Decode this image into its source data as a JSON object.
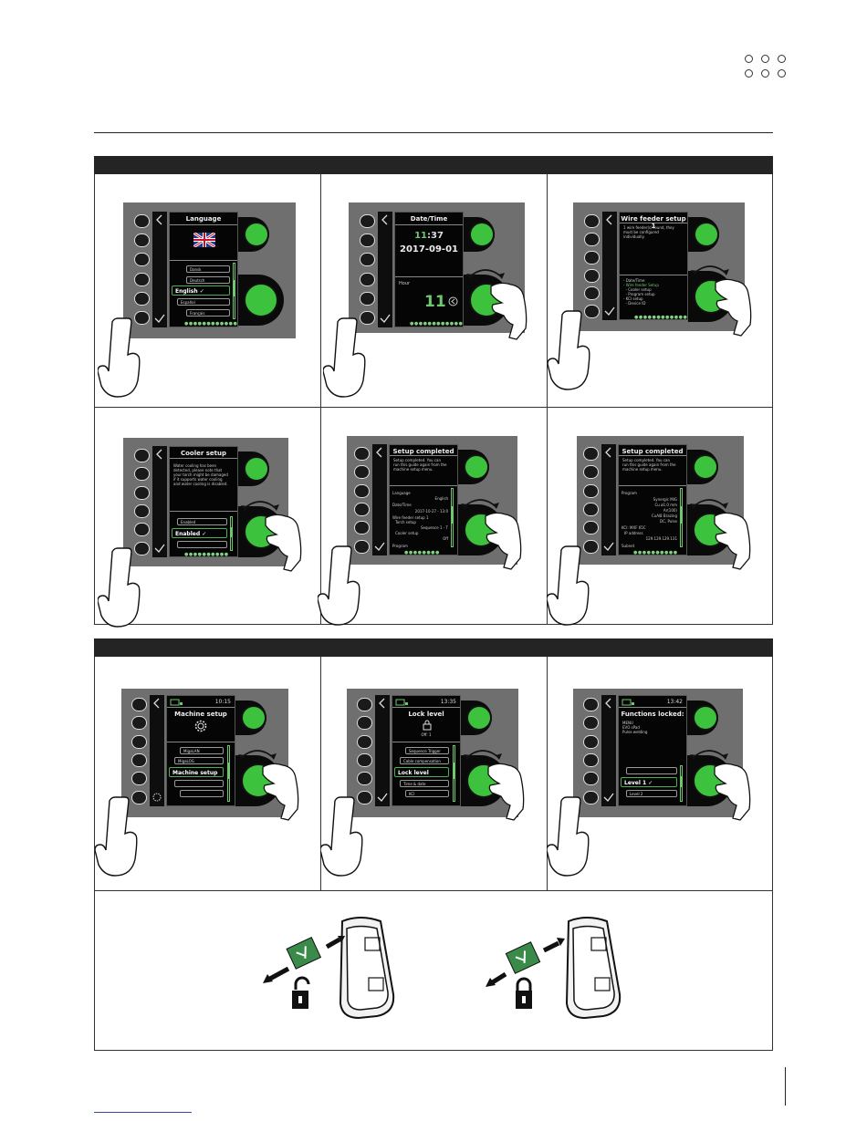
{
  "header": {
    "decor": "dot-grid"
  },
  "screens": {
    "s1": {
      "title": "Language",
      "options": [
        "Dansk",
        "Deutsch",
        "English ✓",
        "Español",
        "Français"
      ]
    },
    "s2": {
      "title": "Date/Time",
      "time_hour": "11",
      "time_rest": ":37",
      "date": "2017-09-01",
      "field": "Hour",
      "value": "11"
    },
    "s3": {
      "title": "Wire feeder setup 1",
      "body": "1 wire feeder(s) found, they must be configured individually.",
      "list": [
        "- Date/Time",
        "- Wire feeder Setup",
        "  - Cooler setup",
        "  - Program setup",
        "- KCI setup",
        "  - Device ID"
      ]
    },
    "s4": {
      "title": "Cooler setup",
      "body": "Water cooling has been detected, please note that your torch might be damaged if it supports water cooling and water cooling is disabled.",
      "options": [
        "Enabled",
        "Enabled ✓",
        ""
      ]
    },
    "s5": {
      "title": "Setup completed",
      "body": "Setup completed. You can run this guide again from the machine setup menu.",
      "rows": [
        {
          "k": "Language",
          "v": "English"
        },
        {
          "k": "Date/Time",
          "v": "2017-10-27 - 13:0"
        },
        {
          "k": "Wire feeder setup 1",
          "v": ""
        },
        {
          "k": "Torch setup",
          "v": "Sequence 1 - T"
        },
        {
          "k": "Cooler setup",
          "v": "Off"
        },
        {
          "k": "Program",
          "v": ""
        }
      ]
    },
    "s6": {
      "title": "Setup completed",
      "body": "Setup completed. You can run this guide again from the machine setup menu.",
      "rows": [
        {
          "k": "Program",
          "v": ""
        },
        {
          "k": "",
          "v": "Synergic MIG"
        },
        {
          "k": "",
          "v": "Cu ø1.0 mm"
        },
        {
          "k": "",
          "v": "Ar(100)"
        },
        {
          "k": "",
          "v": "CuAl8 Brazing"
        },
        {
          "k": "",
          "v": "DC, Pulse"
        },
        {
          "k": "KCI: MXF 65C",
          "v": ""
        },
        {
          "k": "IP address",
          "v": ""
        },
        {
          "k": "",
          "v": "129.129.129.131"
        },
        {
          "k": "Subnet",
          "v": ""
        }
      ]
    },
    "s7": {
      "time": "10:15",
      "title": "Machine setup",
      "options": [
        "MigaLAN",
        "MigaLOG",
        "Machine setup",
        "",
        ""
      ]
    },
    "s8": {
      "time": "13:35",
      "title": "Lock level",
      "sub": "Off: 1",
      "options": [
        "Sequence Trigger",
        "Cable compensation",
        "Lock level",
        "Time & date",
        "KCI"
      ]
    },
    "s9": {
      "time": "13:42",
      "title": "Functions locked:",
      "body": "MENU\nEVO sPad\nPulse welding",
      "options": [
        "",
        "Level 1 ✓",
        "Level 2"
      ]
    }
  },
  "colors": {
    "accent": "#3dc23d",
    "panel": "#6f6f6f",
    "bar": "#242424",
    "text_green": "#6ec96e"
  },
  "icons": [
    "flag-uk-icon",
    "check-icon",
    "back-arrow-icon",
    "gear-icon",
    "padlock-icon",
    "hand-icon",
    "rotate-arrow-icon",
    "memory-card-icon",
    "unlock-icon",
    "lock-icon",
    "panel-icon"
  ]
}
